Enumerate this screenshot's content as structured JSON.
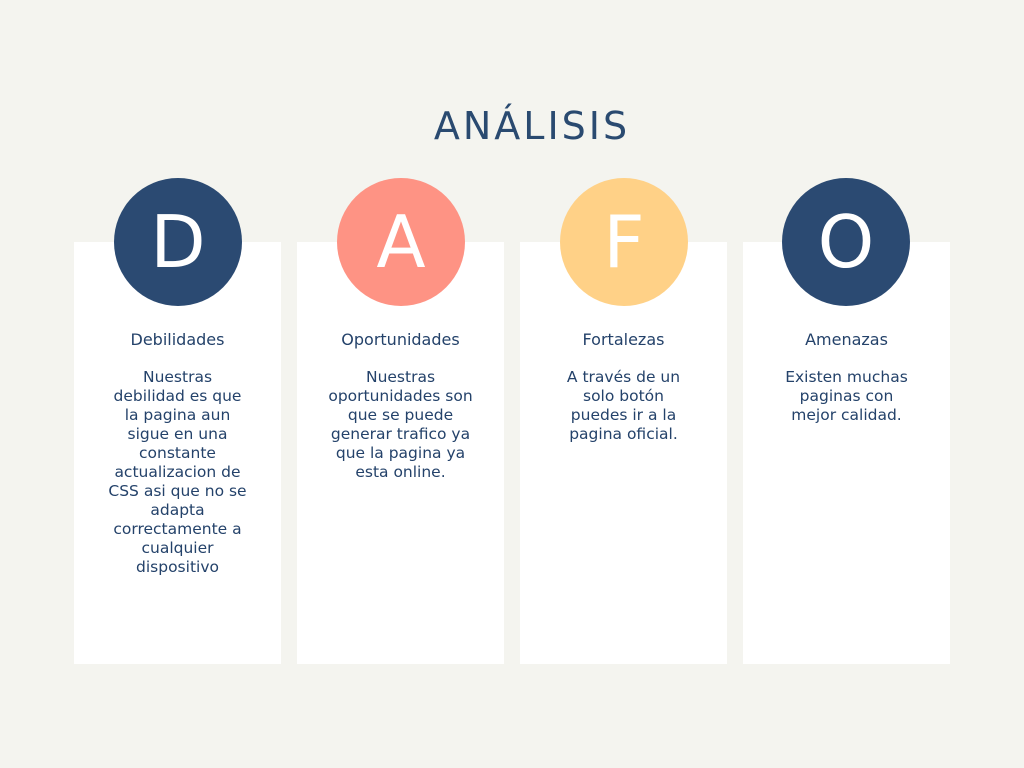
{
  "title": "ANÁLISIS",
  "colors": {
    "background": "#f4f4ef",
    "navy": "#2b4a72",
    "salmon": "#fe9384",
    "yellow": "#ffd187",
    "text": "#24426a"
  },
  "cards": [
    {
      "letter": "D",
      "label": "Debilidades",
      "text": "Nuestras debilidad es que la pagina aun sigue en una constante actualizacion de CSS asi que no se adapta correctamente a cualquier dispositivo"
    },
    {
      "letter": "A",
      "label": "Oportunidades",
      "text": "Nuestras oportunidades son que se puede generar trafico ya que la pagina ya esta online."
    },
    {
      "letter": "F",
      "label": "Fortalezas",
      "text": "A través de un solo botón puedes ir a la pagina oficial."
    },
    {
      "letter": "O",
      "label": "Amenazas",
      "text": "Existen muchas paginas con mejor calidad."
    }
  ]
}
